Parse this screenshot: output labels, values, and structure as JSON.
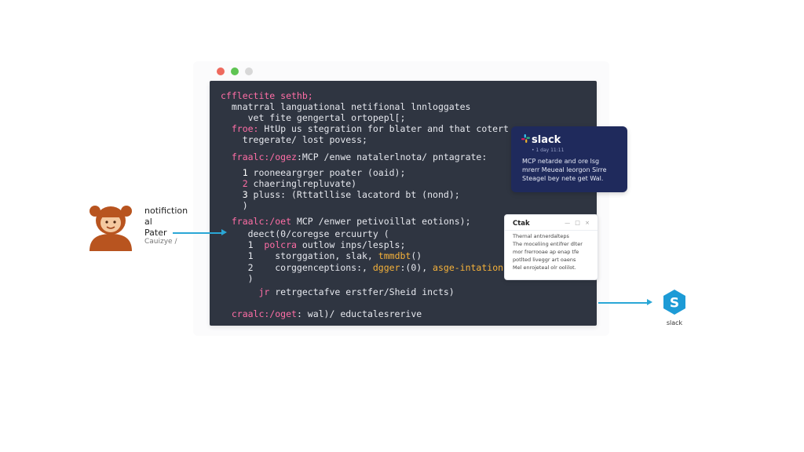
{
  "colors": {
    "code_bg": "#2f3541",
    "keyword": "#ff6ea6",
    "highlight": "#f6b23a",
    "arrow": "#2aa7d6",
    "slack_card_bg": "#1f2a5c",
    "slack_icon": "#1d9bd6",
    "person": "#b8541f",
    "dot_red": "#ee6a5e",
    "dot_green": "#5fc453",
    "dot_gray": "#d8d8d8"
  },
  "person": {
    "icon": "person-icon",
    "title": "notifiction",
    "line2": "al",
    "line3": "Pater",
    "sub": "Cauizye /"
  },
  "code": {
    "lines": [
      [
        {
          "t": "cfflectite sethb;",
          "c": "kw"
        }
      ],
      [
        {
          "t": "  mnatrral languational netifional lnnloggates",
          "c": ""
        }
      ],
      [
        {
          "t": "     vet fite gengertal ortopepl[;",
          "c": ""
        }
      ],
      [
        {
          "t": "  froe: ",
          "c": "kw"
        },
        {
          "t": "HtUp us stegration for blater and that cotert",
          "c": ""
        }
      ],
      [
        {
          "t": "    tregerate/ lost povess;",
          "c": ""
        }
      ],
      [
        {
          "t": "",
          "c": ""
        }
      ],
      [
        {
          "t": "  fraalc:/ogez",
          "c": "kw"
        },
        {
          "t": ":MCP /enwe natalerlnota/ pntagrate:",
          "c": ""
        }
      ],
      [
        {
          "t": "",
          "c": ""
        }
      ],
      [
        {
          "t": "    1 ",
          "c": "num"
        },
        {
          "t": "rooneeargrger poater (oaid);",
          "c": ""
        }
      ],
      [
        {
          "t": "    2 ",
          "c": "kw"
        },
        {
          "t": "chaeringlrepluvate)",
          "c": ""
        }
      ],
      [
        {
          "t": "    3 ",
          "c": "num"
        },
        {
          "t": "pluss: (Rttatllise lacatord bt (nond);",
          "c": ""
        }
      ],
      [
        {
          "t": "    )",
          "c": ""
        }
      ],
      [
        {
          "t": "  fraalc:/oet",
          "c": "kw"
        },
        {
          "t": " MCP /enwer petivoillat eotions);",
          "c": ""
        }
      ],
      [
        {
          "t": "     deect(0/coregse ercuurty (",
          "c": ""
        }
      ],
      [
        {
          "t": "     1  ",
          "c": ""
        },
        {
          "t": "polcra",
          "c": "kw"
        },
        {
          "t": " outlow inps/lespls;",
          "c": ""
        }
      ],
      [
        {
          "t": "     1    storggation, slak, ",
          "c": ""
        },
        {
          "t": "tmmdbt",
          "c": "hl"
        },
        {
          "t": "()",
          "c": ""
        }
      ],
      [
        {
          "t": "     2    corggenceptions:, ",
          "c": ""
        },
        {
          "t": "dgger",
          "c": "hl"
        },
        {
          "t": ":(0), ",
          "c": ""
        },
        {
          "t": "asge-intation",
          "c": "hl"
        }
      ],
      [
        {
          "t": "     )",
          "c": ""
        }
      ],
      [
        {
          "t": "",
          "c": ""
        }
      ],
      [
        {
          "t": "       ",
          "c": ""
        },
        {
          "t": "jr",
          "c": "kw"
        },
        {
          "t": " retrgectafve erstfer/Sheid incts)",
          "c": ""
        }
      ],
      [
        {
          "t": "",
          "c": ""
        }
      ],
      [
        {
          "t": "",
          "c": ""
        }
      ],
      [
        {
          "t": "  craalc:/oget",
          "c": "kw"
        },
        {
          "t": ": wal)/ eductalesrerive",
          "c": ""
        }
      ]
    ]
  },
  "slack_card": {
    "brand": "slack",
    "logo_icon": "slack-logo-icon",
    "meta": "• 1 day 11:11",
    "lines": [
      "MCP netarde and ore lsg",
      "mrerr Meueal leorgon Sirre",
      "Steagel bey nete get Wal."
    ]
  },
  "notif_card": {
    "title": "Ctak",
    "controls": "— □ ×",
    "lines": [
      "Thernal antnerdalteps",
      "The moceliing entifrer dlter",
      "mor frerrooae ap enap tfe",
      "potlted liveggr art oaens",
      "Mel enrojeteal olr oolilot."
    ]
  },
  "endpoint": {
    "icon": "slack-s-icon",
    "glyph": "S",
    "label": "slack"
  }
}
